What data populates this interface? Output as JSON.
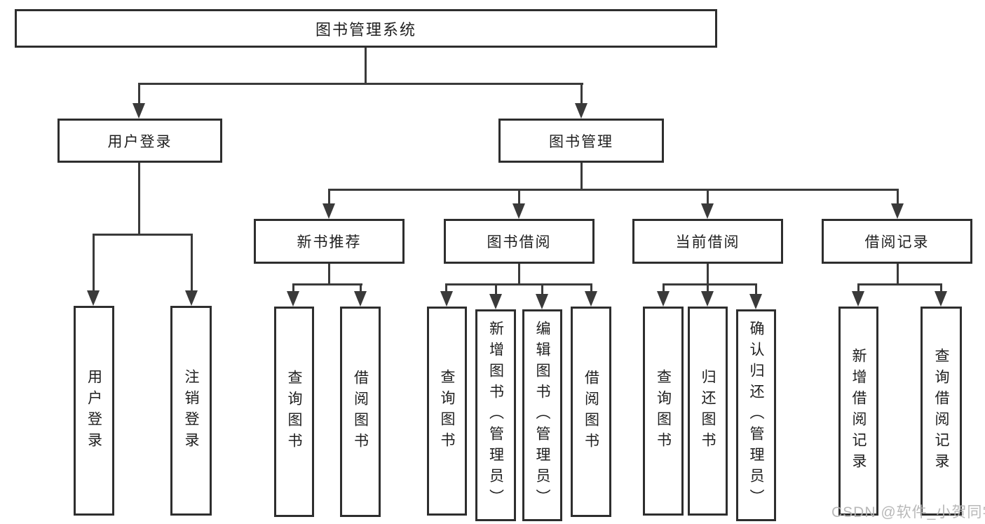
{
  "diagram": {
    "type": "tree",
    "colors": {
      "line": "#3a3a3a",
      "box_border": "#2e2e2e",
      "text": "#1f1f1f",
      "watermark_text": "#b3b3b3",
      "background": "#ffffff"
    },
    "watermark": "CSDN @软件_小贺同学",
    "tree": {
      "label": "图书管理系统",
      "children": [
        {
          "label": "用户登录",
          "children": [
            {
              "label": "用户登录"
            },
            {
              "label": "注销登录"
            }
          ]
        },
        {
          "label": "图书管理",
          "children": [
            {
              "label": "新书推荐",
              "children": [
                {
                  "label": "查询图书"
                },
                {
                  "label": "借阅图书"
                }
              ]
            },
            {
              "label": "图书借阅",
              "children": [
                {
                  "label": "查询图书"
                },
                {
                  "label": "新增图书（管理员）"
                },
                {
                  "label": "编辑图书（管理员）"
                },
                {
                  "label": "借阅图书"
                }
              ]
            },
            {
              "label": "当前借阅",
              "children": [
                {
                  "label": "查询图书"
                },
                {
                  "label": "归还图书"
                },
                {
                  "label": "确认归还（管理员）"
                }
              ]
            },
            {
              "label": "借阅记录",
              "children": [
                {
                  "label": "新增借阅记录"
                },
                {
                  "label": "查询借阅记录"
                }
              ]
            }
          ]
        }
      ]
    }
  }
}
